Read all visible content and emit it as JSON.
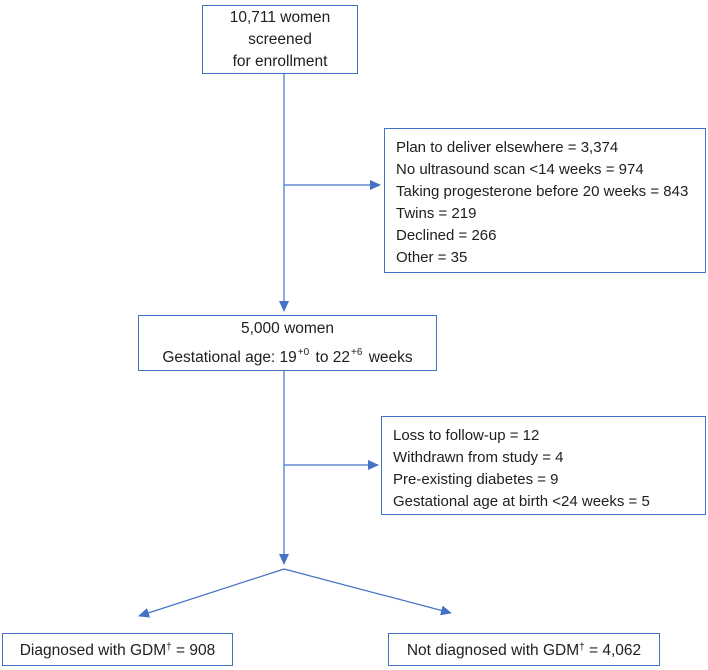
{
  "flowchart": {
    "colors": {
      "line": "#4472C4",
      "border": "#4472C4",
      "text": "#202020",
      "bg": "#ffffff"
    },
    "boxes": {
      "screened": {
        "lines": [
          "10,711 women",
          "screened",
          "for enrollment"
        ]
      },
      "exclusions_enrollment": {
        "lines": [
          "Plan to deliver elsewhere = 3,374",
          "No ultrasound scan <14 weeks = 974",
          "Taking progesterone before 20 weeks = 843",
          "Twins = 219",
          "Declined = 266",
          "Other = 35"
        ]
      },
      "enrolled": {
        "line1": "5,000 women",
        "line2": {
          "pre": "Gestational age: 19",
          "sup1": "+0",
          "mid": " to 22",
          "sup2": "+6",
          "post": " weeks"
        }
      },
      "exclusions_followup": {
        "lines": [
          "Loss to follow-up = 12",
          "Withdrawn from study = 4",
          "Pre-existing diabetes = 9",
          "Gestational age at birth <24 weeks = 5"
        ]
      },
      "diagnosed_gdm": {
        "pre": "Diagnosed with GDM",
        "sup": "†",
        "post": " = 908"
      },
      "not_diagnosed_gdm": {
        "pre": "Not diagnosed with GDM",
        "sup": "†",
        "post": " = 4,062"
      }
    }
  }
}
